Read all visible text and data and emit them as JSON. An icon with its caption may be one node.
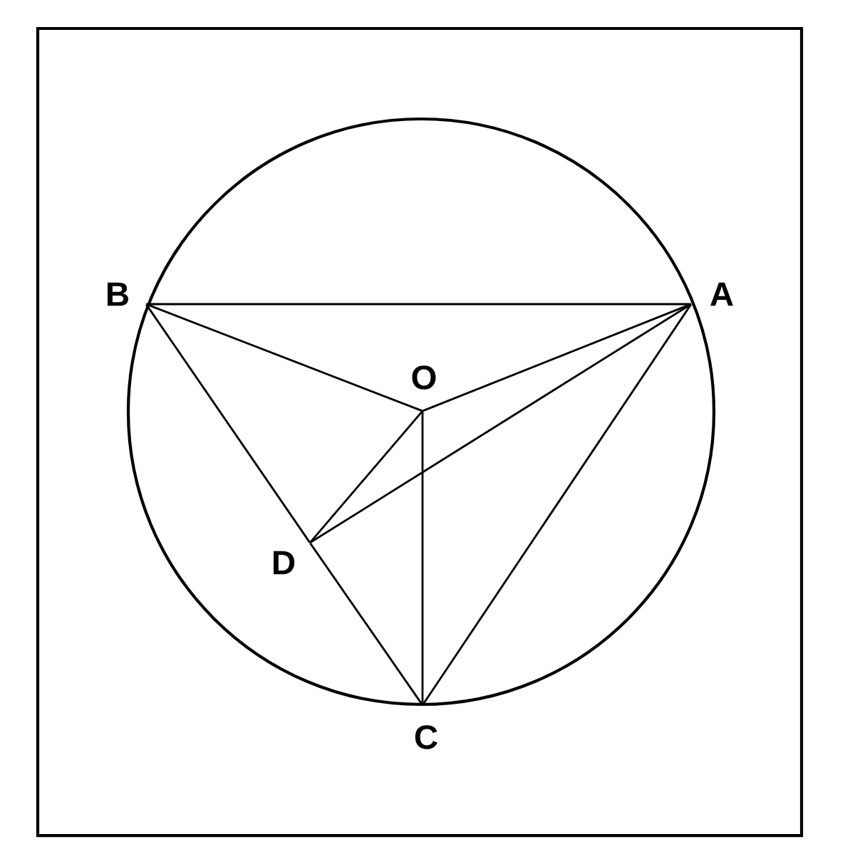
{
  "diagram": {
    "nodes": [
      {
        "text": [
          "B"
        ]
      },
      {
        "text": [
          "A"
        ]
      },
      {
        "text": [
          "O"
        ]
      },
      {
        "text": [
          "D"
        ]
      },
      {
        "text": [
          "C"
        ]
      }
    ],
    "edges": [
      {
        "from": 0,
        "to": 1,
        "arrow": "none"
      },
      {
        "from": 0,
        "to": 2,
        "arrow": "none"
      },
      {
        "from": 2,
        "to": 1,
        "arrow": "none"
      },
      {
        "from": 0,
        "to": 3,
        "arrow": "none"
      },
      {
        "from": 3,
        "to": 4,
        "arrow": "none"
      },
      {
        "from": 3,
        "to": 2,
        "arrow": "none"
      },
      {
        "from": 3,
        "to": 1,
        "arrow": "none"
      },
      {
        "from": 2,
        "to": 4,
        "arrow": "none"
      },
      {
        "from": 4,
        "to": 1,
        "arrow": "none"
      }
    ]
  }
}
